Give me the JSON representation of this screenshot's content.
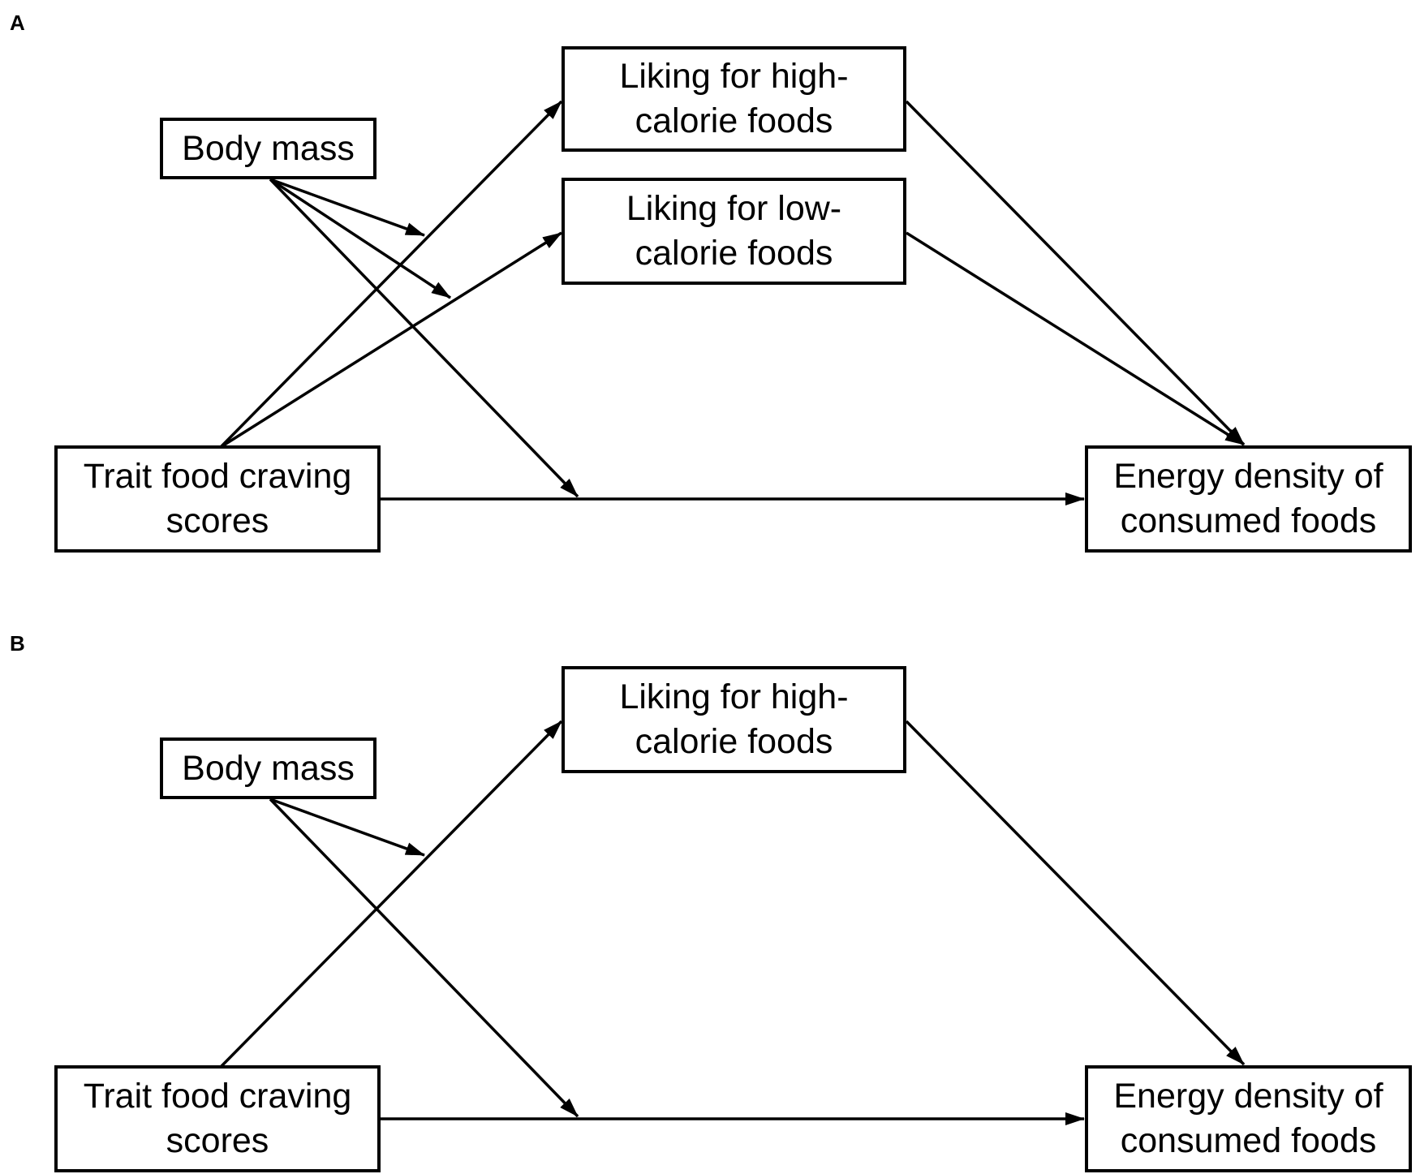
{
  "panels": {
    "a": {
      "label": "A",
      "nodes": {
        "body_mass": "Body mass",
        "liking_high": [
          "Liking for high-",
          "calorie foods"
        ],
        "liking_low": [
          "Liking for low-",
          "calorie foods"
        ],
        "trait_craving": [
          "Trait food craving",
          "scores"
        ],
        "energy_density": [
          "Energy density of",
          "consumed foods"
        ]
      }
    },
    "b": {
      "label": "B",
      "nodes": {
        "body_mass": "Body mass",
        "liking_high": [
          "Liking for high-",
          "calorie foods"
        ],
        "trait_craving": [
          "Trait food craving",
          "scores"
        ],
        "energy_density": [
          "Energy density of",
          "consumed foods"
        ]
      }
    }
  }
}
